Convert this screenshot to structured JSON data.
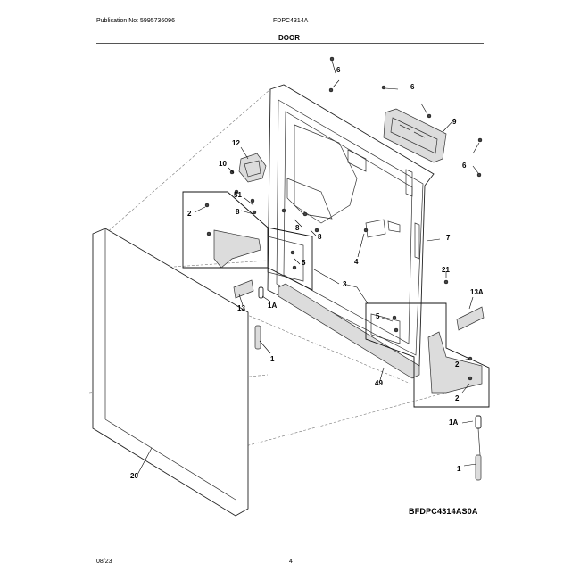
{
  "header": {
    "publication": "Publication No: 5995736096",
    "model": "FDPC4314A",
    "section_title": "DOOR"
  },
  "parts": {
    "p1_top": "1",
    "p1_bottom": "1",
    "p1a_left": "1A",
    "p1a_right": "1A",
    "p2_left": "2",
    "p2_right_a": "2",
    "p2_right_b": "2",
    "p3": "3",
    "p4": "4",
    "p5_left": "5",
    "p5_right": "5",
    "p6_a": "6",
    "p6_b": "6",
    "p6_c": "6",
    "p7": "7",
    "p8_a": "8",
    "p8_b": "8",
    "p8_c": "8",
    "p9": "9",
    "p10": "10",
    "p12": "12",
    "p13": "13",
    "p13a": "13A",
    "p20": "20",
    "p21": "21",
    "p49": "49",
    "p51": "51"
  },
  "diagram_code": "BFDPC4314AS0A",
  "footer": {
    "date": "08/23",
    "page": "4"
  }
}
